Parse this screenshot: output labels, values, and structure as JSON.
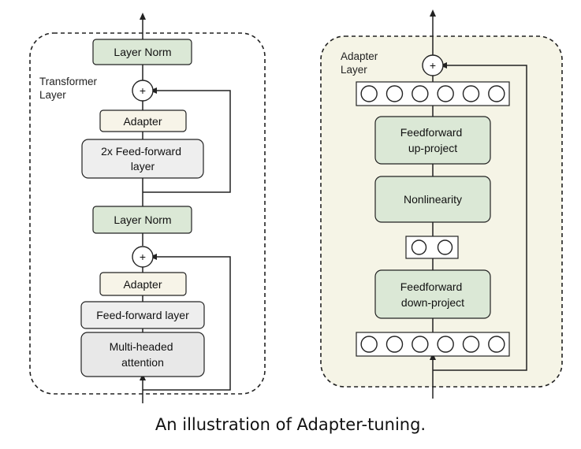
{
  "transformer": {
    "label_line1": "Transformer",
    "label_line2": "Layer",
    "layer_norm_top": "Layer Norm",
    "add_top": "+",
    "adapter_top": "Adapter",
    "ffn2x_line1": "2x Feed-forward",
    "ffn2x_line2": "layer",
    "layer_norm_mid": "Layer Norm",
    "add_bottom": "+",
    "adapter_bottom": "Adapter",
    "ffn": "Feed-forward layer",
    "mha_line1": "Multi-headed",
    "mha_line2": "attention"
  },
  "adapter": {
    "label_line1": "Adapter",
    "label_line2": "Layer",
    "add": "+",
    "up_line1": "Feedforward",
    "up_line2": "up-project",
    "nonlinearity": "Nonlinearity",
    "down_line1": "Feedforward",
    "down_line2": "down-project",
    "top_vector_size": 6,
    "bottleneck_size": 2,
    "bottom_vector_size": 6
  },
  "caption": "An illustration of Adapter-tuning.",
  "colors": {
    "green_box": "#dbe8d6",
    "adapter_box": "#f7f4e8",
    "gray_box": "#eeeeee",
    "adapter_panel": "#f5f4e6",
    "stroke": "#222222"
  }
}
